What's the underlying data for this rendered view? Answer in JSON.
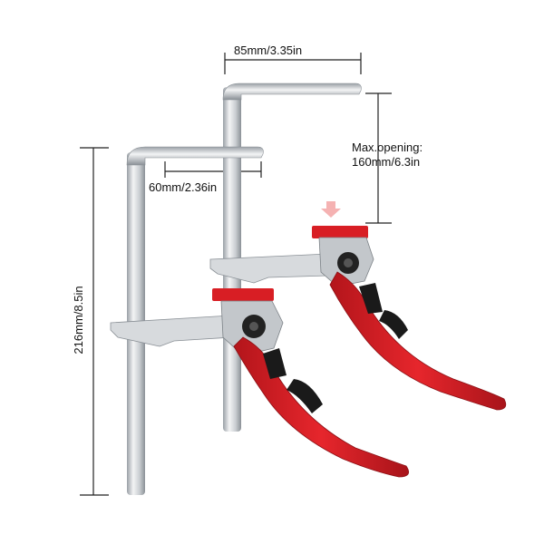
{
  "dimensions": {
    "large_jaw_width": "85mm/3.35in",
    "small_jaw_width": "60mm/2.36in",
    "max_opening_label": "Max.opening:",
    "max_opening_value": "160mm/6.3in",
    "overall_height": "216mm/8.5in"
  },
  "colors": {
    "steel_light": "#e6e8ea",
    "steel_mid": "#b9bec3",
    "steel_dark": "#8a9096",
    "handle_red": "#d81e24",
    "handle_red_dark": "#a8141a",
    "grip_black": "#1a1a1a",
    "arrow_pink": "#f5b2b2",
    "line_dark": "#222222"
  }
}
